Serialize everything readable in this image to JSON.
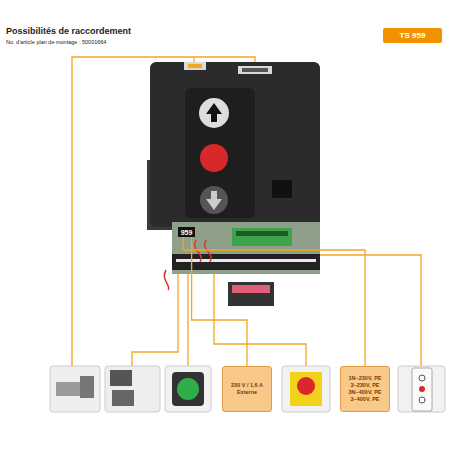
{
  "diagram": {
    "title": "Possibilités de raccordement",
    "nodes": [
      {
        "text": [
          "TS 959"
        ]
      },
      {
        "text": [
          "959"
        ]
      },
      {
        "text": [
          "230 V / 1,6 A Externe"
        ]
      },
      {
        "text": [
          "1N~230V, PE 3~230V, PE 3N~400V, PE 3~400V, PE"
        ]
      }
    ],
    "edges": [
      {
        "from": 1,
        "to": 2,
        "arrow": "none"
      },
      {
        "from": 1,
        "to": 3,
        "arrow": "none"
      }
    ],
    "labels": [
      "No. d'article plan de montage : 50001664"
    ]
  }
}
